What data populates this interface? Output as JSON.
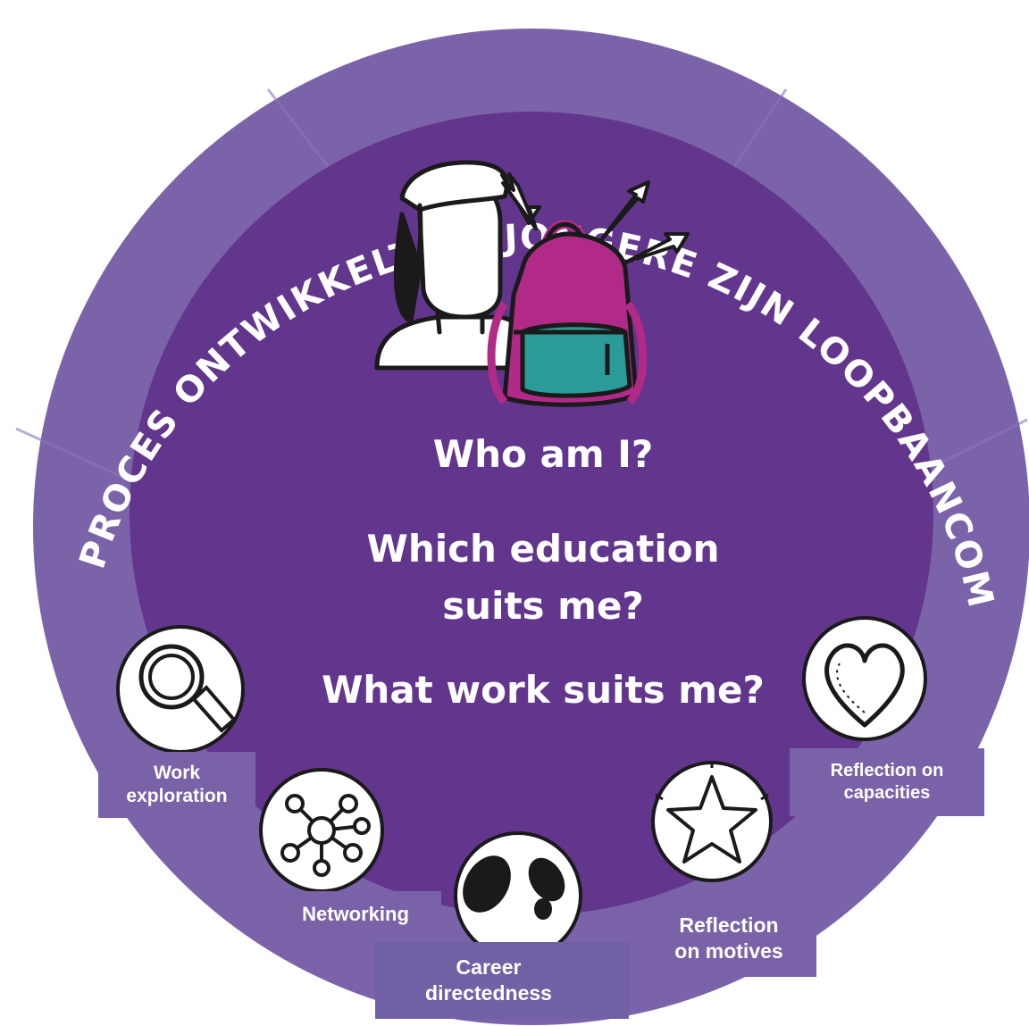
{
  "ring_text": "TIJDENS DIT PROCES ONTWIKKELT DE JONGERE ZIJN LOOPBAANCOMPETENTIES",
  "questions": {
    "q1": "Who am I?",
    "q2_line1": "Which education",
    "q2_line2": "suits me?",
    "q3": "What work suits me?"
  },
  "competencies": [
    {
      "label_line1": "Work",
      "label_line2": "exploration",
      "icon": "magnifier-icon"
    },
    {
      "label_line1": "Networking",
      "label_line2": "",
      "icon": "network-icon"
    },
    {
      "label_line1": "Career",
      "label_line2": "directedness",
      "icon": "footprints-icon"
    },
    {
      "label_line1": "Reflection",
      "label_line2": "on motives",
      "icon": "star-icon"
    },
    {
      "label_line1": "Reflection on",
      "label_line2": "capacities",
      "icon": "heart-icon"
    }
  ],
  "colors": {
    "outer_ring": "#7b63a9",
    "inner_disc": "#62368c",
    "text": "#ffffff",
    "backpack": "#b22a87",
    "pocket": "#2a9b98"
  }
}
